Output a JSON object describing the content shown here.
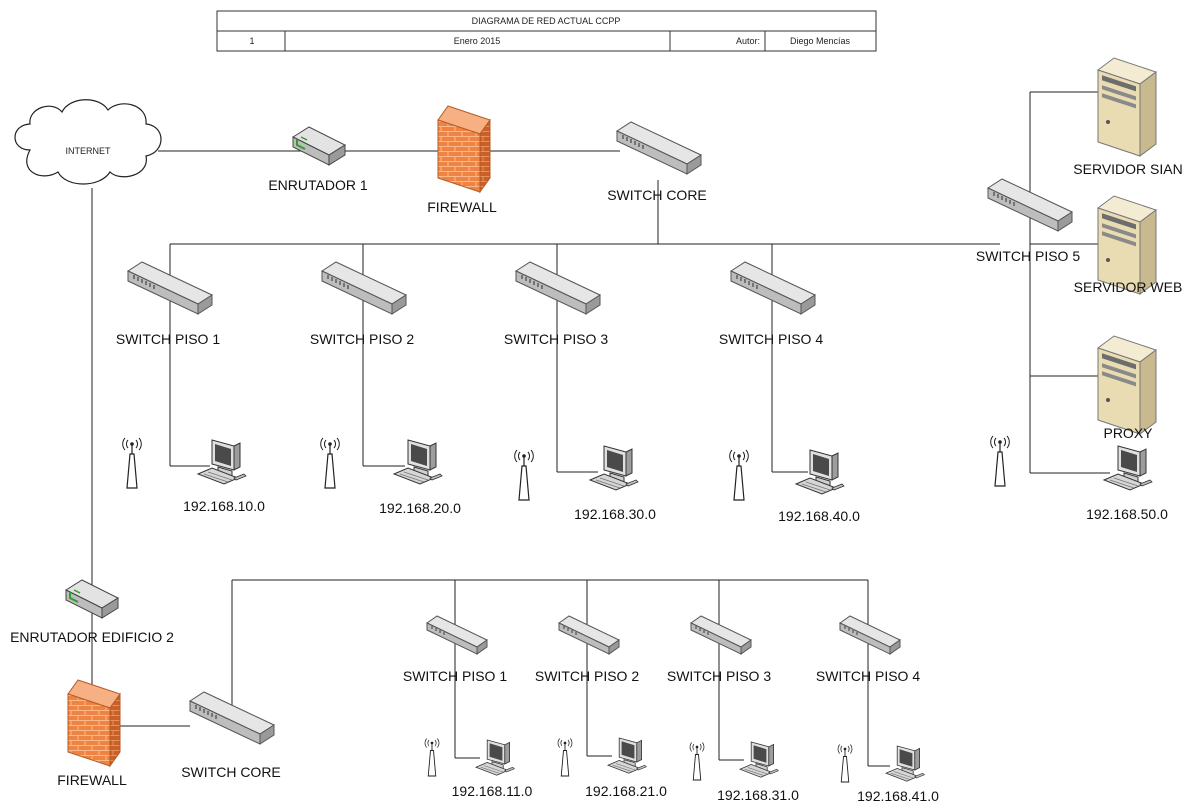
{
  "header": {
    "title": "DIAGRAMA DE RED ACTUAL CCPP",
    "version": "1",
    "date": "Enero 2015",
    "author_label": "Autor:",
    "author": "Diego Mencías"
  },
  "building1": {
    "internet": "INTERNET",
    "router": "ENRUTADOR 1",
    "firewall": "FIREWALL",
    "core": "SWITCH CORE",
    "floors": [
      {
        "switch": "SWITCH PISO 1",
        "net": "192.168.10.0"
      },
      {
        "switch": "SWITCH PISO 2",
        "net": "192.168.20.0"
      },
      {
        "switch": "SWITCH PISO 3",
        "net": "192.168.30.0"
      },
      {
        "switch": "SWITCH PISO 4",
        "net": "192.168.40.0"
      }
    ],
    "floor5": {
      "switch": "SWITCH PISO 5",
      "server_sian": "SERVIDOR SIAN",
      "server_web": "SERVIDOR WEB",
      "proxy": "PROXY",
      "net": "192.168.50.0"
    }
  },
  "building2": {
    "router": "ENRUTADOR EDIFICIO 2",
    "firewall": "FIREWALL",
    "core": "SWITCH CORE",
    "floors": [
      {
        "switch": "SWITCH PISO 1",
        "net": "192.168.11.0"
      },
      {
        "switch": "SWITCH PISO 2",
        "net": "192.168.21.0"
      },
      {
        "switch": "SWITCH PISO 3",
        "net": "192.168.31.0"
      },
      {
        "switch": "SWITCH PISO 4",
        "net": "192.168.41.0"
      }
    ]
  },
  "colors": {
    "firewall": "#e8763a",
    "switch": "#cfcfcf",
    "server": "#e8dcb8",
    "line": "#222222"
  },
  "icons": [
    "cloud-icon",
    "router-icon",
    "firewall-icon",
    "switch-icon",
    "server-icon",
    "access-point-icon",
    "computer-icon"
  ]
}
